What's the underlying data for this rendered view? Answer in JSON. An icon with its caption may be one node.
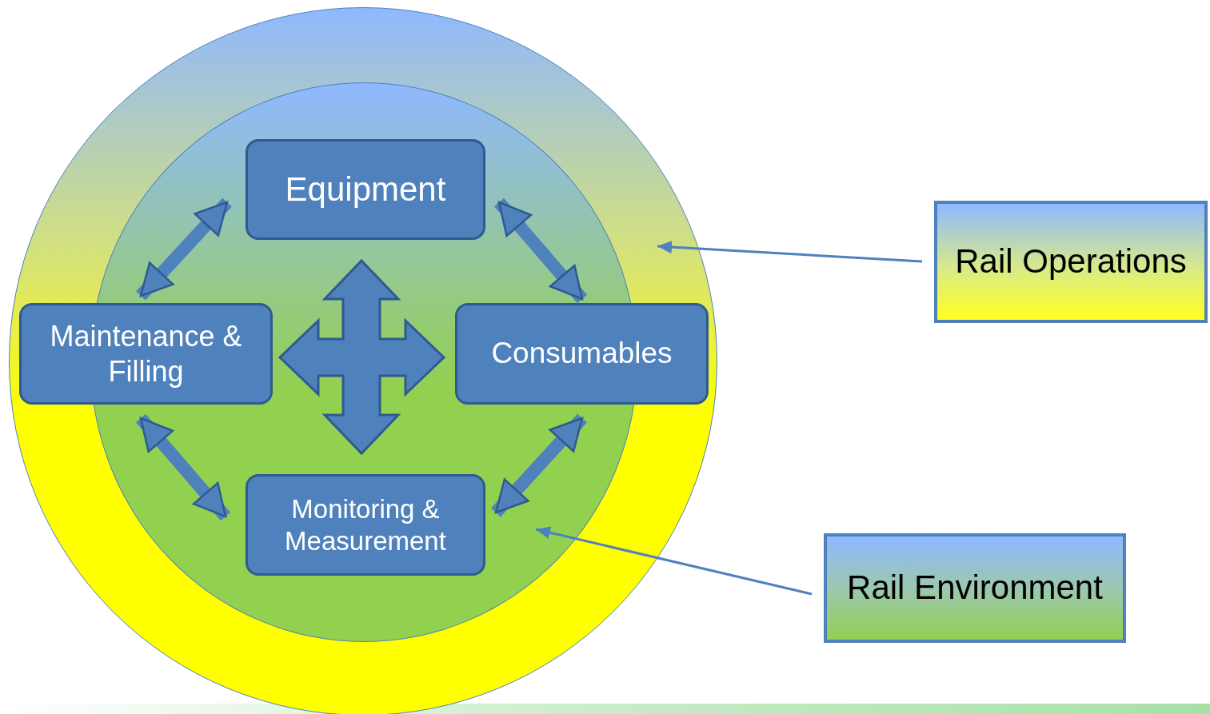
{
  "diagram": {
    "nodes": [
      {
        "text": [],
        "shape": "circle"
      },
      {
        "text": [],
        "shape": "circle",
        "in": 0
      },
      {
        "text": [
          "Equipment"
        ],
        "in": 1
      },
      {
        "text": [
          "Maintenance & Filling"
        ],
        "in": 0
      },
      {
        "text": [
          "Consumables"
        ],
        "in": 0
      },
      {
        "text": [
          "Monitoring & Measurement"
        ],
        "in": 1
      },
      {
        "text": [
          "Rail Operations"
        ]
      },
      {
        "text": [
          "Rail Environment"
        ]
      }
    ],
    "edges": [
      {
        "from": 2,
        "to": 3,
        "arrow": "both"
      },
      {
        "from": 2,
        "to": 4,
        "arrow": "both"
      },
      {
        "from": 3,
        "to": 5,
        "arrow": "both"
      },
      {
        "from": 4,
        "to": 5,
        "arrow": "both"
      },
      {
        "from": 6,
        "to": 0,
        "arrow": "to"
      },
      {
        "from": 7,
        "to": 1,
        "arrow": "to"
      }
    ]
  }
}
